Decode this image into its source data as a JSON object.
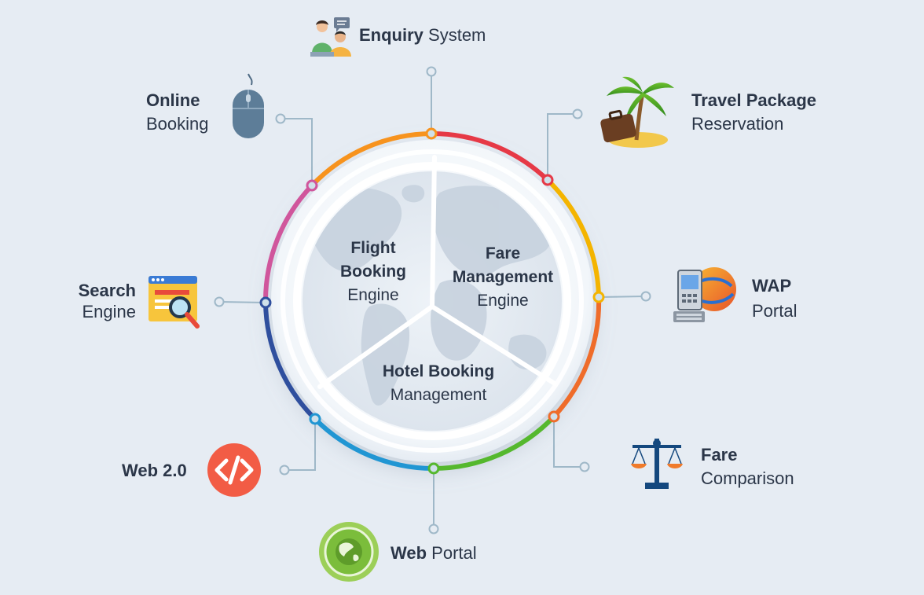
{
  "colors": {
    "background": "#e6ecf3",
    "connector": "#9fb8c8",
    "text": "#2b3648"
  },
  "center": {
    "flight": {
      "bold1": "Flight",
      "bold2": "Booking",
      "light": "Engine"
    },
    "fare_mgmt": {
      "bold1": "Fare",
      "bold2": "Management",
      "light": "Engine"
    },
    "hotel": {
      "bold": "Hotel Booking",
      "light": "Management"
    }
  },
  "features": {
    "enquiry": {
      "bold": "Enquiry",
      "light": "System",
      "icon": "support-agents-icon"
    },
    "online_booking": {
      "bold": "Online",
      "light": "Booking",
      "icon": "mouse-icon"
    },
    "travel_package": {
      "bold": "Travel Package",
      "light": "Reservation",
      "icon": "palm-island-icon"
    },
    "search_engine": {
      "bold": "Search",
      "light": "Engine",
      "icon": "search-window-icon"
    },
    "wap_portal": {
      "bold": "WAP",
      "light": "Portal",
      "icon": "wap-phone-globe-icon"
    },
    "web20": {
      "bold": "Web 2.0",
      "icon": "code-icon"
    },
    "fare_comparison": {
      "bold": "Fare",
      "light": "Comparison",
      "icon": "scales-icon"
    },
    "web_portal": {
      "bold": "Web",
      "light": "Portal",
      "icon": "globe-icon"
    }
  }
}
